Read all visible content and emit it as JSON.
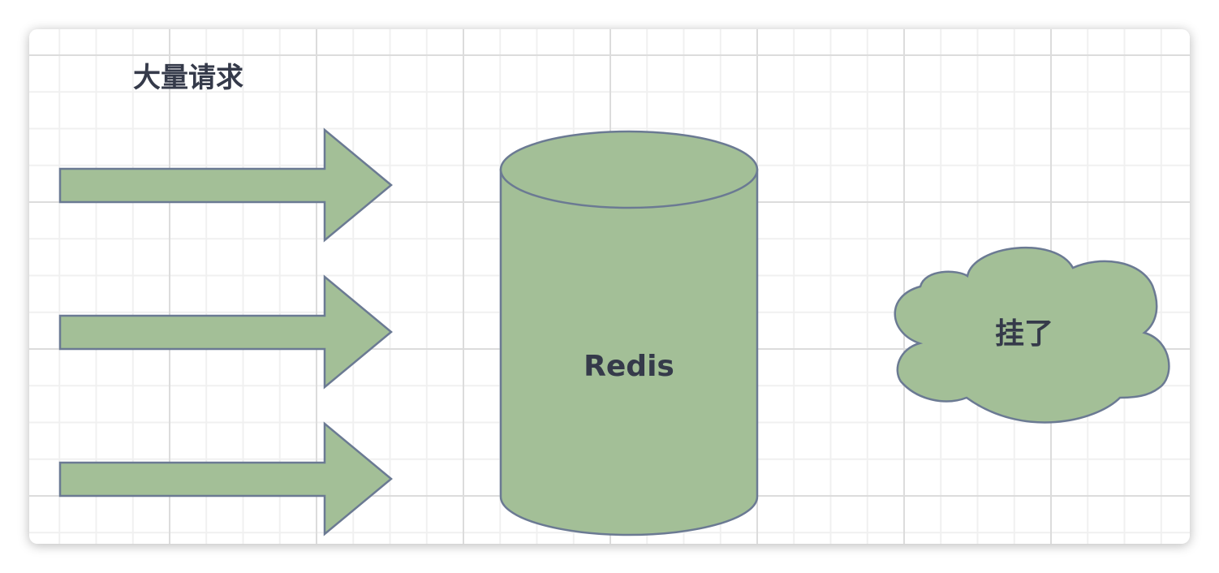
{
  "title": "大量请求",
  "database": {
    "label": "Redis"
  },
  "result": {
    "label": "挂了"
  },
  "arrows": [
    {
      "name": "request-arrow-1"
    },
    {
      "name": "request-arrow-2"
    },
    {
      "name": "request-arrow-3"
    }
  ],
  "colors": {
    "fill": "#a3bf97",
    "stroke": "#6b7a93",
    "text": "#353a4a",
    "grid_major": "#dcdcdc",
    "grid_minor": "#f0f0f0"
  }
}
